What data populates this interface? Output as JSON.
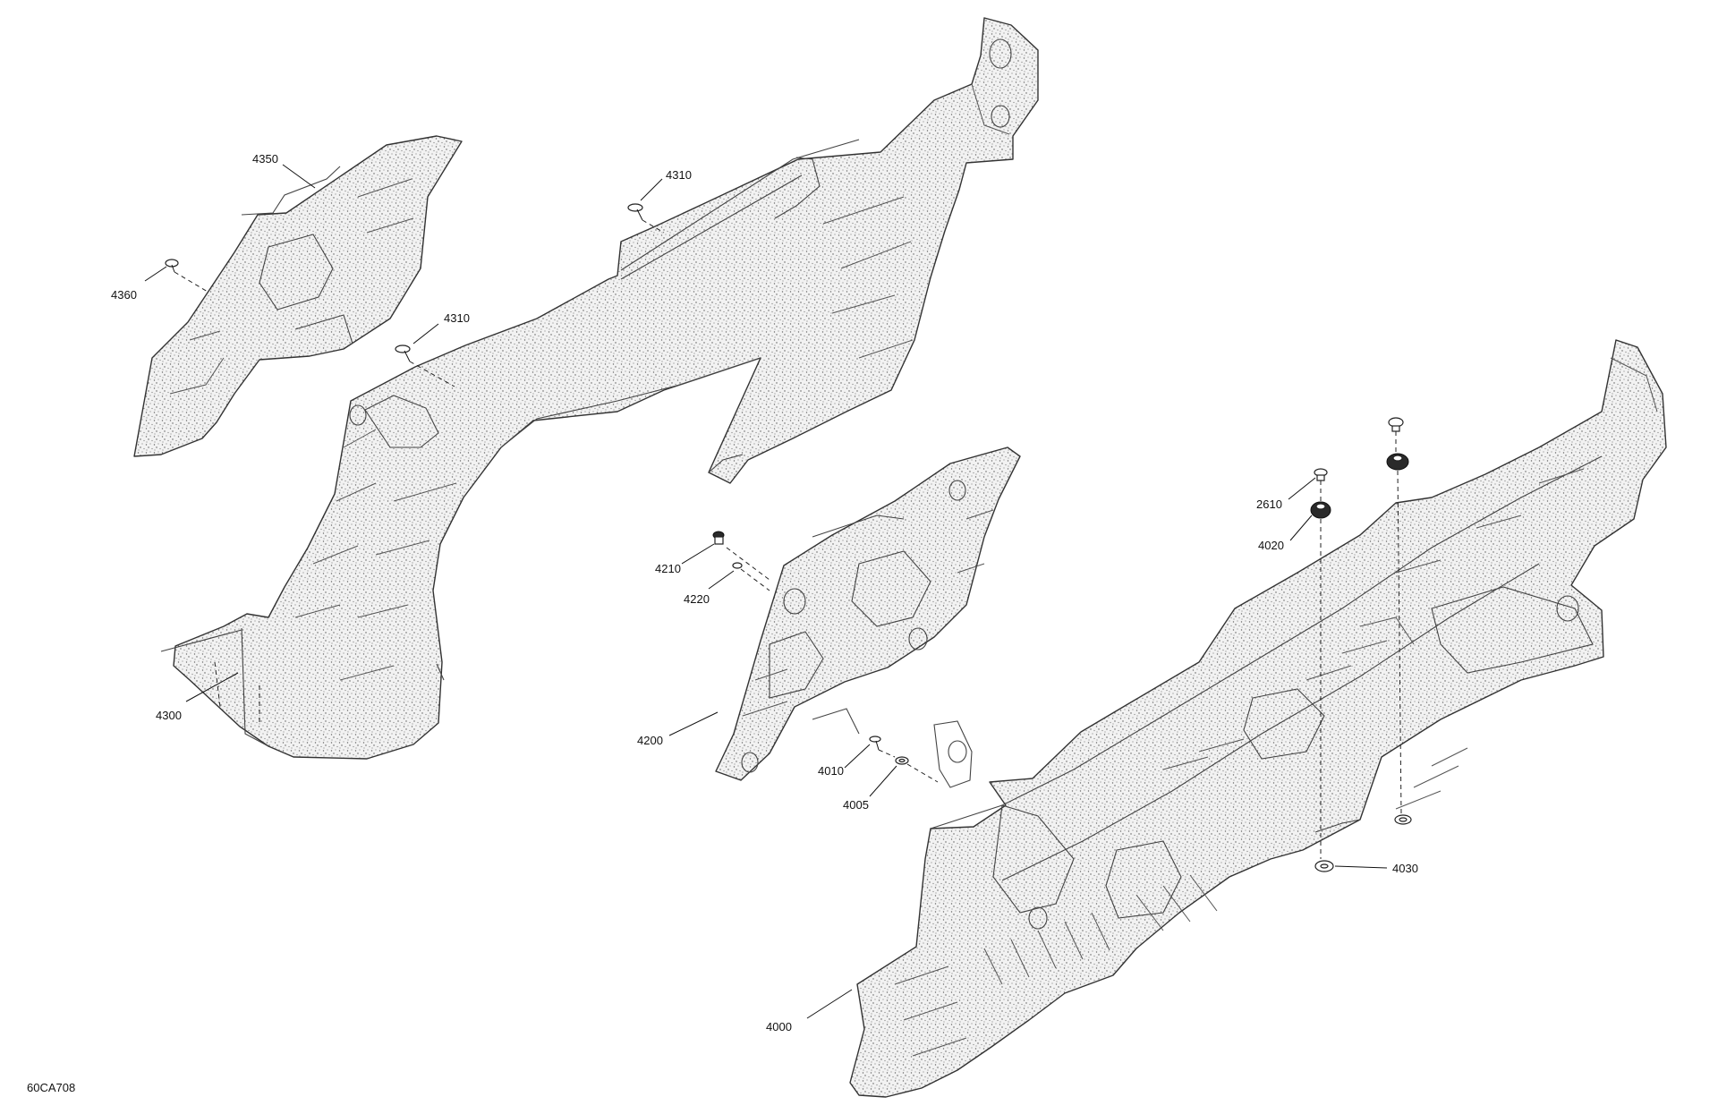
{
  "figure_id": "60CA708",
  "callouts": {
    "c4350": "4350",
    "c4360": "4360",
    "c4310a": "4310",
    "c4310b": "4310",
    "c4300": "4300",
    "c4210": "4210",
    "c4220": "4220",
    "c4200": "4200",
    "c4010": "4010",
    "c4005": "4005",
    "c2610": "2610",
    "c4020": "4020",
    "c4030": "4030",
    "c4000": "4000"
  },
  "colors": {
    "line": "#333333",
    "stipple": "#777777",
    "background": "#ffffff"
  }
}
